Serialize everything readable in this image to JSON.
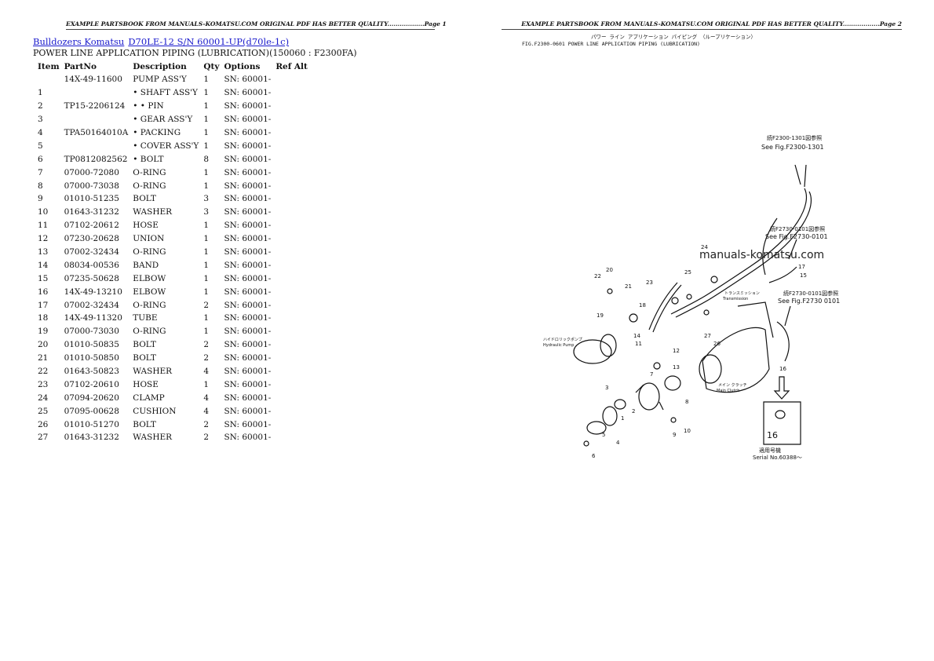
{
  "left_page": {
    "header": "EXAMPLE PARTSBOOK FROM MANUALS-KOMATSU.COM ORIGINAL PDF HAS BETTER QUALITY..................Page 1",
    "breadcrumb": [
      {
        "label": "Bulldozers Komatsu"
      },
      {
        "label": "D70LE-12 S/N 60001-UP(d70le-1c)"
      }
    ],
    "title": "POWER LINE APPLICATION PIPING (LUBRICATION)(150060 : F2300FA)",
    "table": {
      "columns": [
        "Item",
        "PartNo",
        "Description",
        "Qty",
        "Options",
        "Ref Alt"
      ],
      "rows": [
        {
          "item": "",
          "partno": "14X-49-11600",
          "desc": "PUMP ASS'Y",
          "qty": "1",
          "options": "SN: 60001-"
        },
        {
          "item": "1",
          "partno": "",
          "desc": "• SHAFT ASS'Y",
          "qty": "1",
          "options": "SN: 60001-"
        },
        {
          "item": "2",
          "partno": "TP15-2206124",
          "desc": "• • PIN",
          "qty": "1",
          "options": "SN: 60001-"
        },
        {
          "item": "3",
          "partno": "",
          "desc": "• GEAR ASS'Y",
          "qty": "1",
          "options": "SN: 60001-"
        },
        {
          "item": "4",
          "partno": "TPA50164010A",
          "desc": "• PACKING",
          "qty": "1",
          "options": "SN: 60001-"
        },
        {
          "item": "5",
          "partno": "",
          "desc": "• COVER ASS'Y",
          "qty": "1",
          "options": "SN: 60001-"
        },
        {
          "item": "6",
          "partno": "TP0812082562",
          "desc": "• BOLT",
          "qty": "8",
          "options": "SN: 60001-"
        },
        {
          "item": "7",
          "partno": "07000-72080",
          "desc": "O-RING",
          "qty": "1",
          "options": "SN: 60001-"
        },
        {
          "item": "8",
          "partno": "07000-73038",
          "desc": "O-RING",
          "qty": "1",
          "options": "SN: 60001-"
        },
        {
          "item": "9",
          "partno": "01010-51235",
          "desc": "BOLT",
          "qty": "3",
          "options": "SN: 60001-"
        },
        {
          "item": "10",
          "partno": "01643-31232",
          "desc": "WASHER",
          "qty": "3",
          "options": "SN: 60001-"
        },
        {
          "item": "11",
          "partno": "07102-20612",
          "desc": "HOSE",
          "qty": "1",
          "options": "SN: 60001-"
        },
        {
          "item": "12",
          "partno": "07230-20628",
          "desc": "UNION",
          "qty": "1",
          "options": "SN: 60001-"
        },
        {
          "item": "13",
          "partno": "07002-32434",
          "desc": "O-RING",
          "qty": "1",
          "options": "SN: 60001-"
        },
        {
          "item": "14",
          "partno": "08034-00536",
          "desc": "BAND",
          "qty": "1",
          "options": "SN: 60001-"
        },
        {
          "item": "15",
          "partno": "07235-50628",
          "desc": "ELBOW",
          "qty": "1",
          "options": "SN: 60001-"
        },
        {
          "item": "16",
          "partno": "14X-49-13210",
          "desc": "ELBOW",
          "qty": "1",
          "options": "SN: 60001-"
        },
        {
          "item": "17",
          "partno": "07002-32434",
          "desc": "O-RING",
          "qty": "2",
          "options": "SN: 60001-"
        },
        {
          "item": "18",
          "partno": "14X-49-11320",
          "desc": "TUBE",
          "qty": "1",
          "options": "SN: 60001-"
        },
        {
          "item": "19",
          "partno": "07000-73030",
          "desc": "O-RING",
          "qty": "1",
          "options": "SN: 60001-"
        },
        {
          "item": "20",
          "partno": "01010-50835",
          "desc": "BOLT",
          "qty": "2",
          "options": "SN: 60001-"
        },
        {
          "item": "21",
          "partno": "01010-50850",
          "desc": "BOLT",
          "qty": "2",
          "options": "SN: 60001-"
        },
        {
          "item": "22",
          "partno": "01643-50823",
          "desc": "WASHER",
          "qty": "4",
          "options": "SN: 60001-"
        },
        {
          "item": "23",
          "partno": "07102-20610",
          "desc": "HOSE",
          "qty": "1",
          "options": "SN: 60001-"
        },
        {
          "item": "24",
          "partno": "07094-20620",
          "desc": "CLAMP",
          "qty": "4",
          "options": "SN: 60001-"
        },
        {
          "item": "25",
          "partno": "07095-00628",
          "desc": "CUSHION",
          "qty": "4",
          "options": "SN: 60001-"
        },
        {
          "item": "26",
          "partno": "01010-51270",
          "desc": "BOLT",
          "qty": "2",
          "options": "SN: 60001-"
        },
        {
          "item": "27",
          "partno": "01643-31232",
          "desc": "WASHER",
          "qty": "2",
          "options": "SN: 60001-"
        }
      ]
    }
  },
  "right_page": {
    "header": "EXAMPLE PARTSBOOK FROM MANUALS-KOMATSU.COM ORIGINAL PDF HAS BETTER QUALITY..................Page 2",
    "figure_caption_jp": "パワー ライン アプリケーション パイピング （ループリケーション）",
    "figure_caption": "FIG.F2300-0601   POWER LINE APPLICATION PIPING (LUBRICATION)",
    "watermark": "manuals-komatsu.com",
    "callouts": {
      "ref1_jp": "続F2300-1301図参照",
      "ref1": "See Fig.F2300-1301",
      "ref2_jp": "続F2730-0101図参照",
      "ref2": "See Fig.F2730-0101",
      "ref3_jp": "続F2730-0101図参照",
      "ref3": "See Fig.F2730 0101",
      "transmission_jp": "トランスミッション",
      "transmission": "Transmission",
      "pump_jp": "ハイドロリックポンプ",
      "pump": "Hydraulic Pump",
      "clutch_jp": "メイン クラッチ",
      "clutch": "Main Clutch",
      "serial_jp": "適用号機",
      "serial": "Serial No.60388～",
      "inset_label": "16"
    },
    "part_numbers": [
      "1",
      "2",
      "3",
      "4",
      "5",
      "6",
      "7",
      "8",
      "9",
      "10",
      "11",
      "12",
      "13",
      "14",
      "15",
      "16",
      "17",
      "18",
      "19",
      "20",
      "21",
      "22",
      "23",
      "24",
      "25",
      "26",
      "27"
    ]
  }
}
